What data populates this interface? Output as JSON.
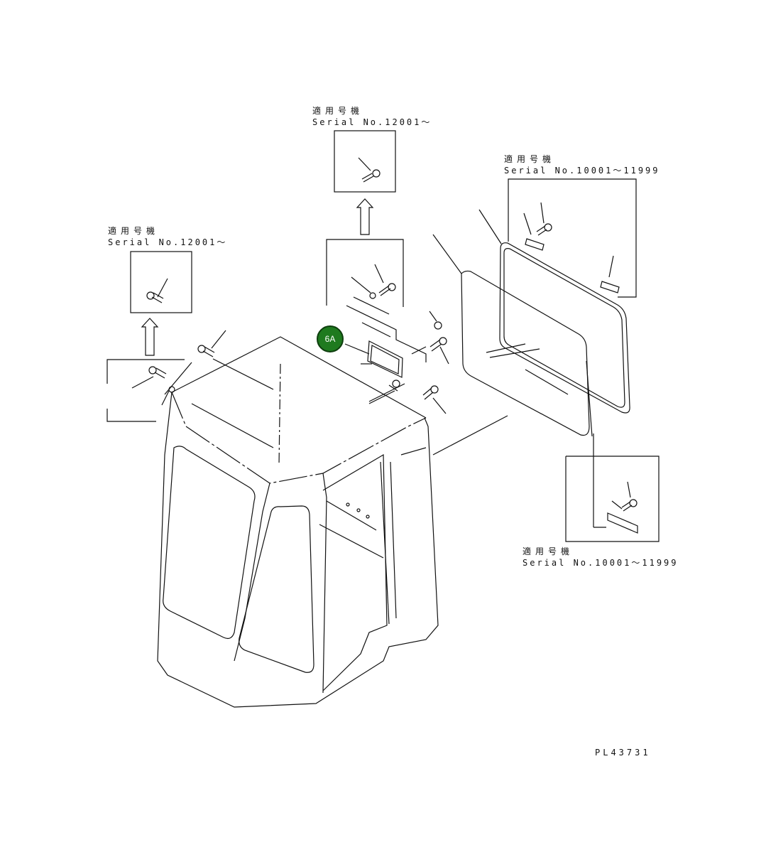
{
  "callouts": {
    "top": {
      "jp": "適用号機",
      "serial": "Serial No.12001～"
    },
    "left": {
      "jp": "適用号機",
      "serial": "Serial No.12001～"
    },
    "right_top": {
      "jp": "適用号機",
      "serial": "Serial No.10001～11999"
    },
    "right_bottom": {
      "jp": "適用号機",
      "serial": "Serial No.10001～11999"
    }
  },
  "badge": {
    "label": "6A",
    "color": "#1f7a1f"
  },
  "drawing_code": "PL43731"
}
